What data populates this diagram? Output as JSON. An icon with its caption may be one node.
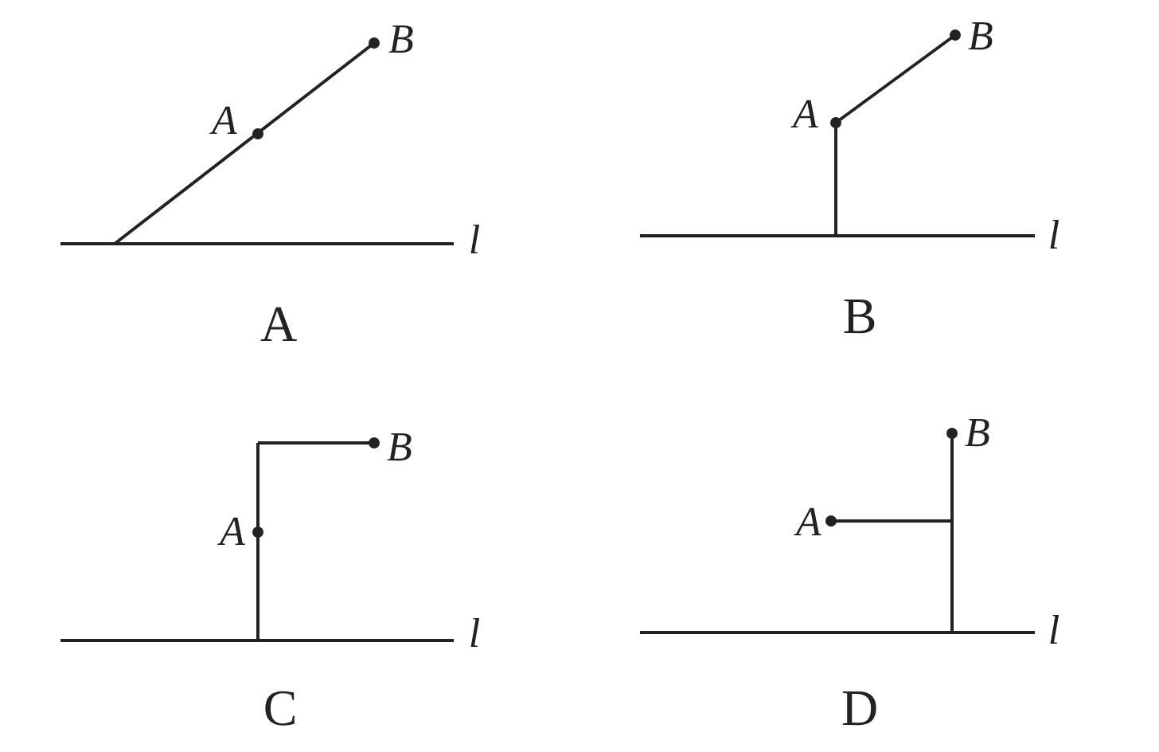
{
  "diagram": {
    "labels": [
      "B",
      "A",
      "l",
      "A",
      "B",
      "A",
      "l",
      "B",
      "B",
      "A",
      "l",
      "C",
      "B",
      "A",
      "l",
      "D"
    ]
  }
}
